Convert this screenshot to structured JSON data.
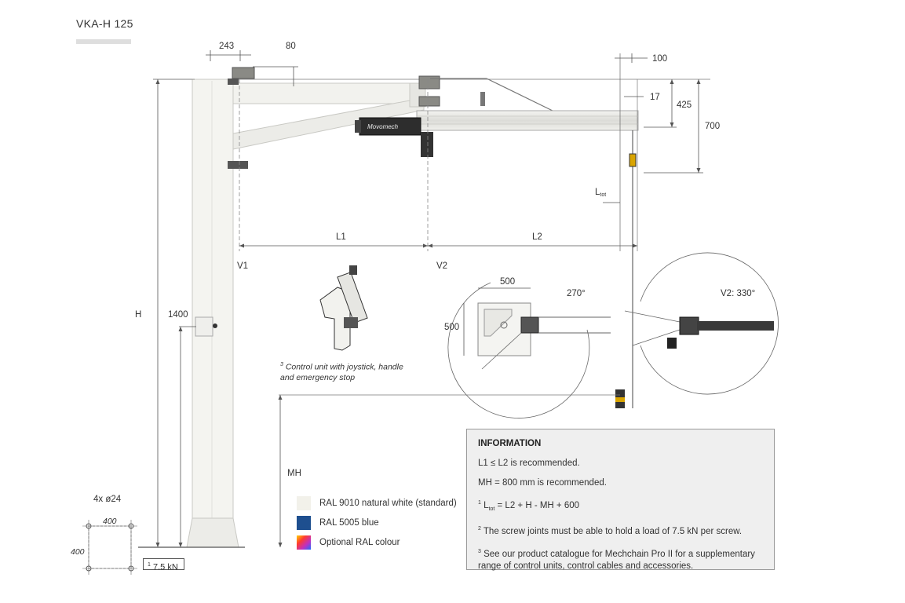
{
  "title": "VKA-H 125",
  "dimensions": {
    "d243": "243",
    "d80": "80",
    "d100": "100",
    "d17": "17",
    "d425": "425",
    "d700": "700",
    "l1": "L1",
    "l2": "L2",
    "v1": "V1",
    "v2": "V2",
    "h": "H",
    "d1400": "1400",
    "mh": "MH",
    "ltot_main": "L",
    "ltot_sub": "tot",
    "holes": "4x ø24",
    "base_x": "400",
    "base_y": "400",
    "d500_top": "500",
    "d500_side": "500",
    "angle_v1": "270°",
    "angle_v2": "V2: 330°"
  },
  "brand_text": "Movomech",
  "load": {
    "sup": "1",
    "text": "7.5 kN"
  },
  "note3": {
    "sup": "3",
    "text": "Control unit with joystick, handle and emergency stop"
  },
  "legend": [
    {
      "label": "RAL 9010 natural white (standard)",
      "color": "#f2f1ea"
    },
    {
      "label": "RAL 5005 blue",
      "color": "#1e4f8f"
    },
    {
      "label": "Optional RAL colour",
      "color": "rainbow"
    }
  ],
  "info": {
    "title": "INFORMATION",
    "line1": "L1 ≤ L2 is recommended.",
    "line2": "MH = 800 mm is recommended.",
    "line3": {
      "sup": "1",
      "pre": "L",
      "sub": "tot",
      "rest": " = L2 + H - MH + 600"
    },
    "line4": {
      "sup": "2",
      "text": " The screw joints must be able to hold a load of 7.5 kN per screw."
    },
    "line5": {
      "sup": "3",
      "text": " See our product catalogue for Mechchain Pro II for a supplementary range of control units, control cables and accessories."
    }
  }
}
